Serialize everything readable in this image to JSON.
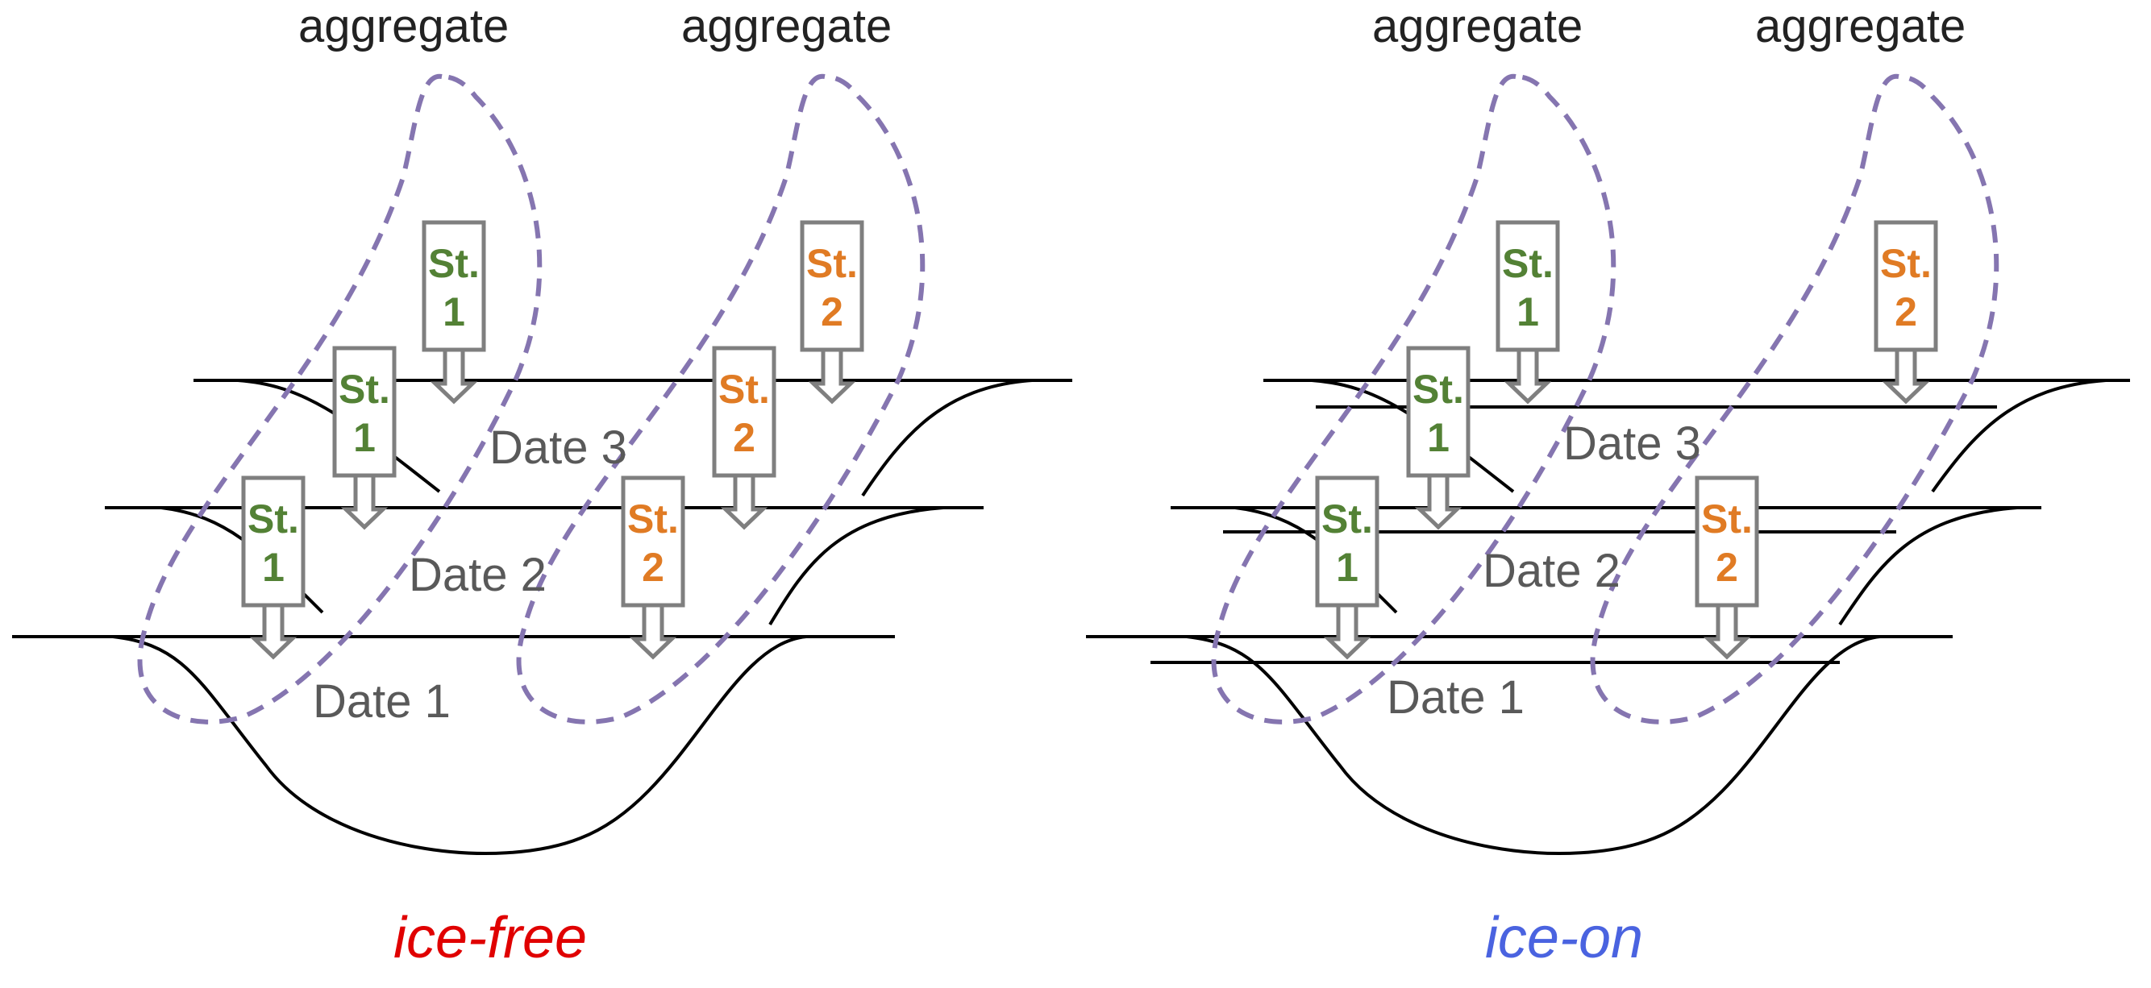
{
  "colors": {
    "station1": "#538135",
    "station2": "#E07B24",
    "hull": "#8575B0",
    "ice_free": "#E00000",
    "ice_on": "#4A63E0",
    "probe_stroke": "#7f7f7f"
  },
  "panels": [
    {
      "caption": "ice-free",
      "aggregate_labels": [
        "aggregate",
        "aggregate"
      ],
      "date_labels": [
        "Date 1",
        "Date 2",
        "Date 3"
      ],
      "station1": {
        "label_line1": "St.",
        "label_line2": "1"
      },
      "station2": {
        "label_line1": "St.",
        "label_line2": "2"
      }
    },
    {
      "caption": "ice-on",
      "aggregate_labels": [
        "aggregate",
        "aggregate"
      ],
      "date_labels": [
        "Date 1",
        "Date 2",
        "Date 3"
      ],
      "station1": {
        "label_line1": "St.",
        "label_line2": "1"
      },
      "station2": {
        "label_line1": "St.",
        "label_line2": "2"
      }
    }
  ]
}
